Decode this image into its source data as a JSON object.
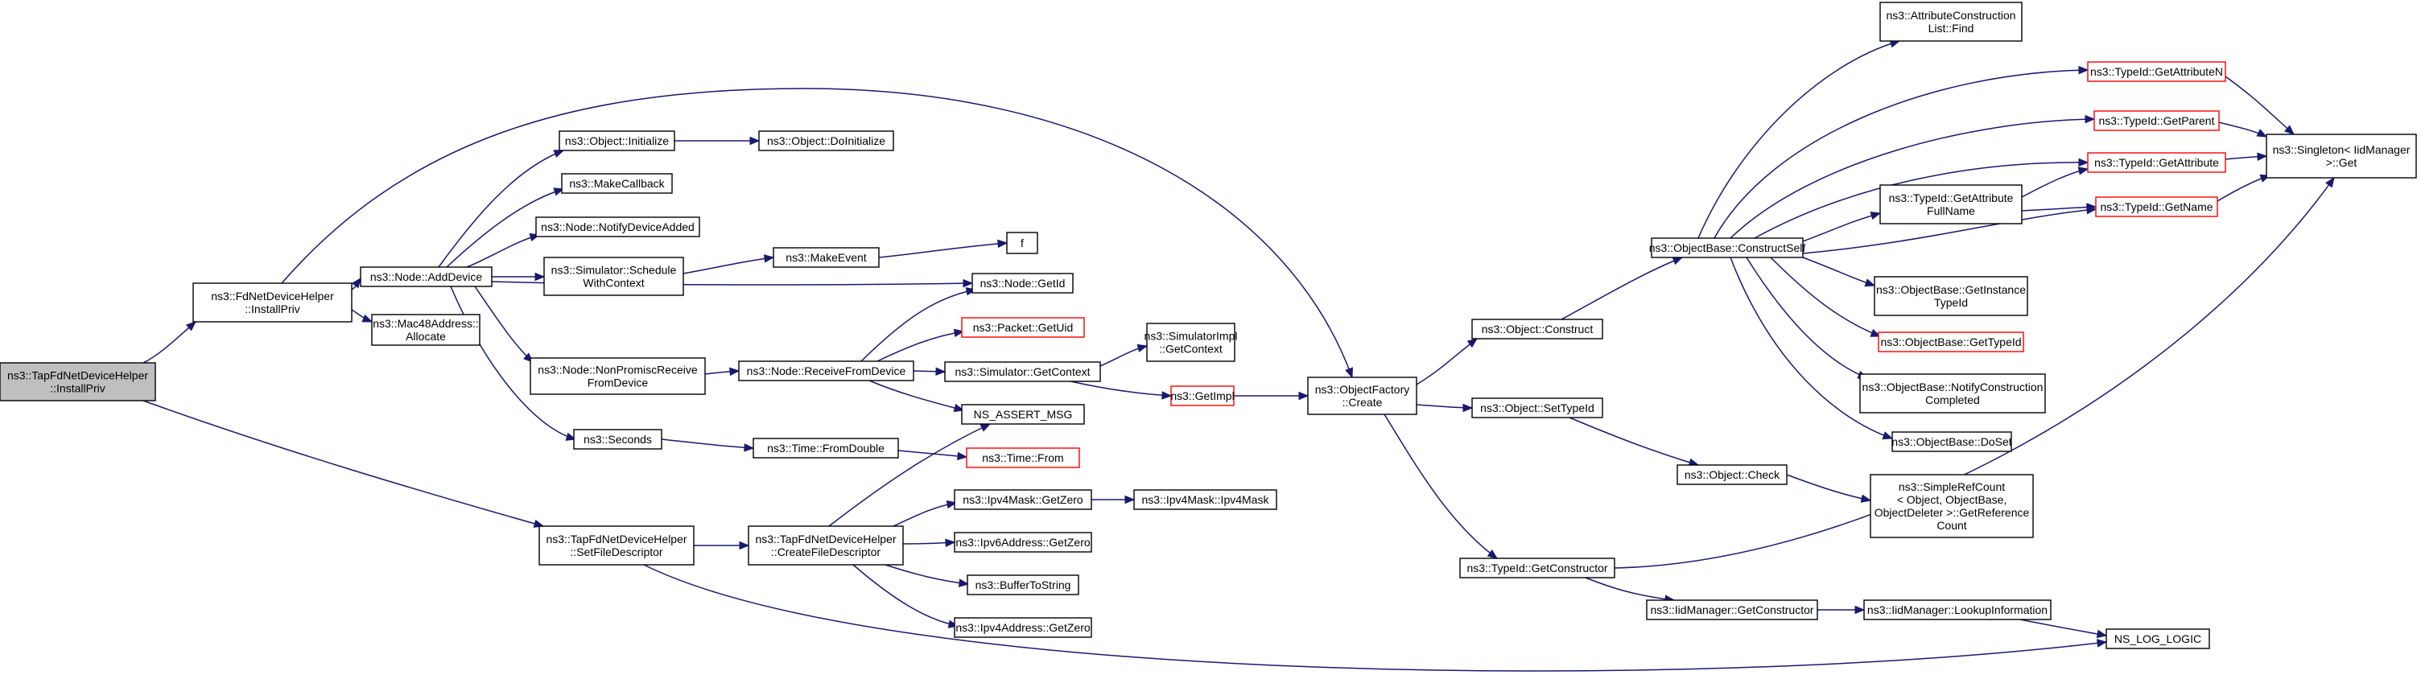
{
  "graph": {
    "colors": {
      "edge": "#191970",
      "node_border": "#000000",
      "node_border_truncated": "#ff0000",
      "root_fill": "#bfbfbf",
      "node_fill": "#ffffff"
    },
    "nodes": [
      {
        "id": "root",
        "lines": [
          "ns3::TapFdNetDeviceHelper",
          "::InstallPriv"
        ],
        "style": "root"
      },
      {
        "id": "fdinstall",
        "lines": [
          "ns3::FdNetDeviceHelper",
          "::InstallPriv"
        ]
      },
      {
        "id": "setfd",
        "lines": [
          "ns3::TapFdNetDeviceHelper",
          "::SetFileDescriptor"
        ]
      },
      {
        "id": "adddevice",
        "lines": [
          "ns3::Node::AddDevice"
        ]
      },
      {
        "id": "macalloc",
        "lines": [
          "ns3::Mac48Address::",
          "Allocate"
        ]
      },
      {
        "id": "objinit",
        "lines": [
          "ns3::Object::Initialize"
        ]
      },
      {
        "id": "makecb",
        "lines": [
          "ns3::MakeCallback"
        ]
      },
      {
        "id": "notify",
        "lines": [
          "ns3::Node::NotifyDeviceAdded"
        ]
      },
      {
        "id": "schedctx",
        "lines": [
          "ns3::Simulator::Schedule",
          "WithContext"
        ]
      },
      {
        "id": "nonpromisc",
        "lines": [
          "ns3::Node::NonPromiscReceive",
          "FromDevice"
        ]
      },
      {
        "id": "seconds",
        "lines": [
          "ns3::Seconds"
        ]
      },
      {
        "id": "doinit",
        "lines": [
          "ns3::Object::DoInitialize"
        ]
      },
      {
        "id": "makeevent",
        "lines": [
          "ns3::MakeEvent"
        ]
      },
      {
        "id": "f",
        "lines": [
          "f"
        ]
      },
      {
        "id": "getid",
        "lines": [
          "ns3::Node::GetId"
        ]
      },
      {
        "id": "getuid",
        "lines": [
          "ns3::Packet::GetUid"
        ],
        "style": "red"
      },
      {
        "id": "recvfromdev",
        "lines": [
          "ns3::Node::ReceiveFromDevice"
        ]
      },
      {
        "id": "simgetctx",
        "lines": [
          "ns3::Simulator::GetContext"
        ]
      },
      {
        "id": "simimplctx",
        "lines": [
          "ns3::SimulatorImpl",
          "::GetContext"
        ]
      },
      {
        "id": "getimpl",
        "lines": [
          "ns3::GetImpl"
        ],
        "style": "red"
      },
      {
        "id": "assertmsg",
        "lines": [
          "NS_ASSERT_MSG"
        ]
      },
      {
        "id": "fromdouble",
        "lines": [
          "ns3::Time::FromDouble"
        ]
      },
      {
        "id": "timefrom",
        "lines": [
          "ns3::Time::From"
        ],
        "style": "red"
      },
      {
        "id": "createfd",
        "lines": [
          "ns3::TapFdNetDeviceHelper",
          "::CreateFileDescriptor"
        ]
      },
      {
        "id": "ipv4getzero",
        "lines": [
          "ns3::Ipv4Mask::GetZero"
        ]
      },
      {
        "id": "ipv4mask",
        "lines": [
          "ns3::Ipv4Mask::Ipv4Mask"
        ]
      },
      {
        "id": "ipv6getzero",
        "lines": [
          "ns3::Ipv6Address::GetZero"
        ]
      },
      {
        "id": "buftostr",
        "lines": [
          "ns3::BufferToString"
        ]
      },
      {
        "id": "ipv4addrzero",
        "lines": [
          "ns3::Ipv4Address::GetZero"
        ]
      },
      {
        "id": "ofcreate",
        "lines": [
          "ns3::ObjectFactory",
          "::Create"
        ]
      },
      {
        "id": "objconstruct",
        "lines": [
          "ns3::Object::Construct"
        ]
      },
      {
        "id": "settypeid",
        "lines": [
          "ns3::Object::SetTypeId"
        ]
      },
      {
        "id": "getctor",
        "lines": [
          "ns3::TypeId::GetConstructor"
        ]
      },
      {
        "id": "objcheck",
        "lines": [
          "ns3::Object::Check"
        ]
      },
      {
        "id": "iidgetctor",
        "lines": [
          "ns3::IidManager::GetConstructor"
        ]
      },
      {
        "id": "iidlookup",
        "lines": [
          "ns3::IidManager::LookupInformation"
        ]
      },
      {
        "id": "nslog",
        "lines": [
          "NS_LOG_LOGIC"
        ]
      },
      {
        "id": "constructself",
        "lines": [
          "ns3::ObjectBase::ConstructSelf"
        ]
      },
      {
        "id": "attrfind",
        "lines": [
          "ns3::AttributeConstruction",
          "List::Find"
        ]
      },
      {
        "id": "getattrn",
        "lines": [
          "ns3::TypeId::GetAttributeN"
        ],
        "style": "red"
      },
      {
        "id": "getparent",
        "lines": [
          "ns3::TypeId::GetParent"
        ],
        "style": "red"
      },
      {
        "id": "getattr",
        "lines": [
          "ns3::TypeId::GetAttribute"
        ],
        "style": "red"
      },
      {
        "id": "getattrfull",
        "lines": [
          "ns3::TypeId::GetAttribute",
          "FullName"
        ]
      },
      {
        "id": "getname",
        "lines": [
          "ns3::TypeId::GetName"
        ],
        "style": "red"
      },
      {
        "id": "getinsttid",
        "lines": [
          "ns3::ObjectBase::GetInstance",
          "TypeId"
        ]
      },
      {
        "id": "gettypeid",
        "lines": [
          "ns3::ObjectBase::GetTypeId"
        ],
        "style": "red"
      },
      {
        "id": "notifyctor",
        "lines": [
          "ns3::ObjectBase::NotifyConstruction",
          "Completed"
        ]
      },
      {
        "id": "doset",
        "lines": [
          "ns3::ObjectBase::DoSet"
        ]
      },
      {
        "id": "refcount",
        "lines": [
          "ns3::SimpleRefCount",
          "< Object, ObjectBase,",
          "ObjectDeleter >::GetReference",
          "Count"
        ]
      },
      {
        "id": "singleton",
        "lines": [
          "ns3::Singleton< IidManager",
          " >::Get"
        ]
      }
    ]
  }
}
